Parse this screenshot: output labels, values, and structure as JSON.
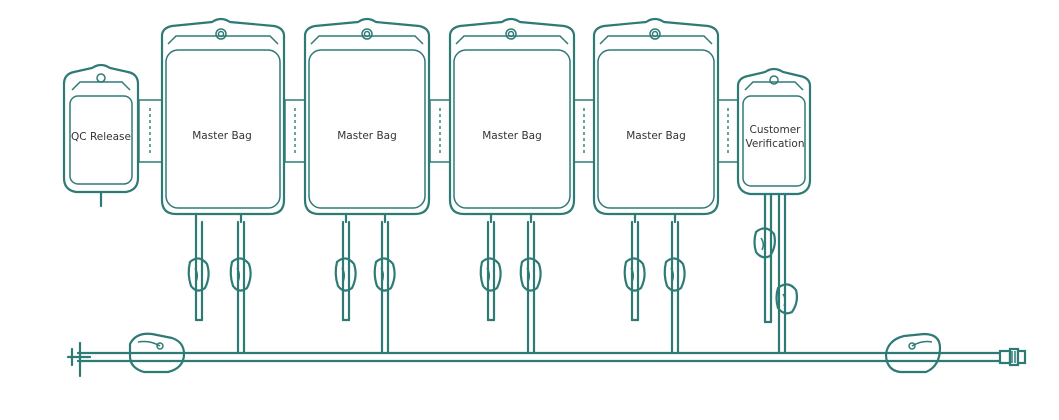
{
  "bags": {
    "qc": {
      "label": "QC Release"
    },
    "master": [
      {
        "label": "Master Bag"
      },
      {
        "label": "Master Bag"
      },
      {
        "label": "Master Bag"
      },
      {
        "label": "Master Bag"
      }
    ],
    "customer": {
      "line1": "Customer",
      "line2": "Verification"
    }
  },
  "colors": {
    "line": "#2e7b76",
    "text": "#333333"
  }
}
